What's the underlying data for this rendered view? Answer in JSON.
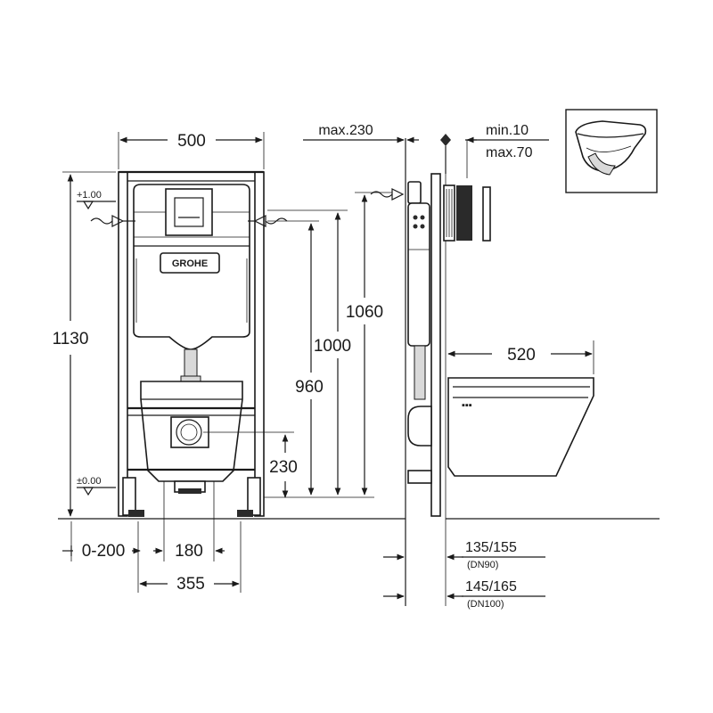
{
  "dimensions": {
    "frame_width": "500",
    "total_height": "1130",
    "side_offset": "0-200",
    "pipe_spacing": "180",
    "foot_spacing": "355",
    "drain_height": "230",
    "inlet_height": "960",
    "frame_height_1000": "1000",
    "frame_height_1060": "1060",
    "wall_depth_max": "max.230",
    "plate_min": "min.10",
    "plate_max": "max.70",
    "bowl_length": "520",
    "outlet_dn90": "135/155",
    "dn90_label": "(DN90)",
    "outlet_dn100": "145/165",
    "dn100_label": "(DN100)"
  },
  "levels": {
    "top_level": "+1.00",
    "floor_level": "±0.00"
  },
  "brand": "GROHE"
}
